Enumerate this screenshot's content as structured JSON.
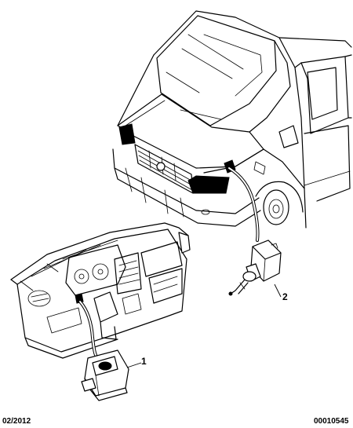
{
  "callouts": [
    {
      "id": "1",
      "label": "1"
    },
    {
      "id": "2",
      "label": "2"
    }
  ],
  "footer": {
    "date": "02/2012",
    "reference": "00010545"
  },
  "parts": [
    {
      "callout": "1",
      "icon": "headlamp-adjuster-switch-icon"
    },
    {
      "callout": "2",
      "icon": "headlamp-leveling-motor-icon"
    }
  ]
}
